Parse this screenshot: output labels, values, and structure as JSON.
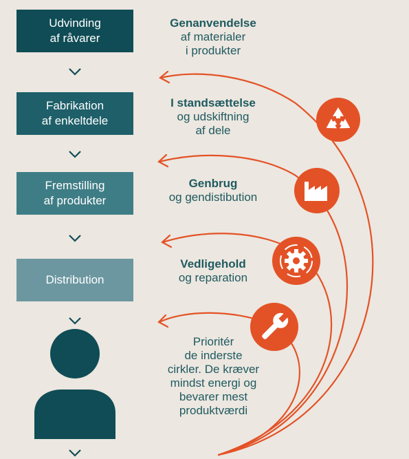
{
  "stages": [
    {
      "line1": "Udvinding",
      "line2": "af råvarer",
      "color": "#0f4c55"
    },
    {
      "line1": "Fabrikation",
      "line2": "af enkeltdele",
      "color": "#1e5f69"
    },
    {
      "line1": "Fremstilling",
      "line2": "af produkter",
      "color": "#3f7d86"
    },
    {
      "line1": "Distribution",
      "line2": "",
      "color": "#6c97a0"
    }
  ],
  "loops": [
    {
      "bold": "Genanvendelse",
      "line2": "af materialer",
      "line3": "i produkter",
      "icon": "recycle-icon"
    },
    {
      "bold": "I standsættelse",
      "line2": "og udskiftning",
      "line3": "af dele",
      "icon": "factory-icon"
    },
    {
      "bold": "Genbrug",
      "line2": "og gendistibution",
      "line3": "",
      "icon": "gear-icon"
    },
    {
      "bold": "Vedligehold",
      "line2": "og reparation",
      "line3": "",
      "icon": "wrench-icon"
    }
  ],
  "note": {
    "lines": [
      "Prioritér",
      "de inderste",
      "cirkler. De kræver",
      "mindst energi og",
      "bevarer mest",
      "produktværdi"
    ]
  },
  "colors": {
    "background": "#ece7e0",
    "accent": "#e35226",
    "text": "#1f5a60",
    "user": "#0f4c55"
  }
}
